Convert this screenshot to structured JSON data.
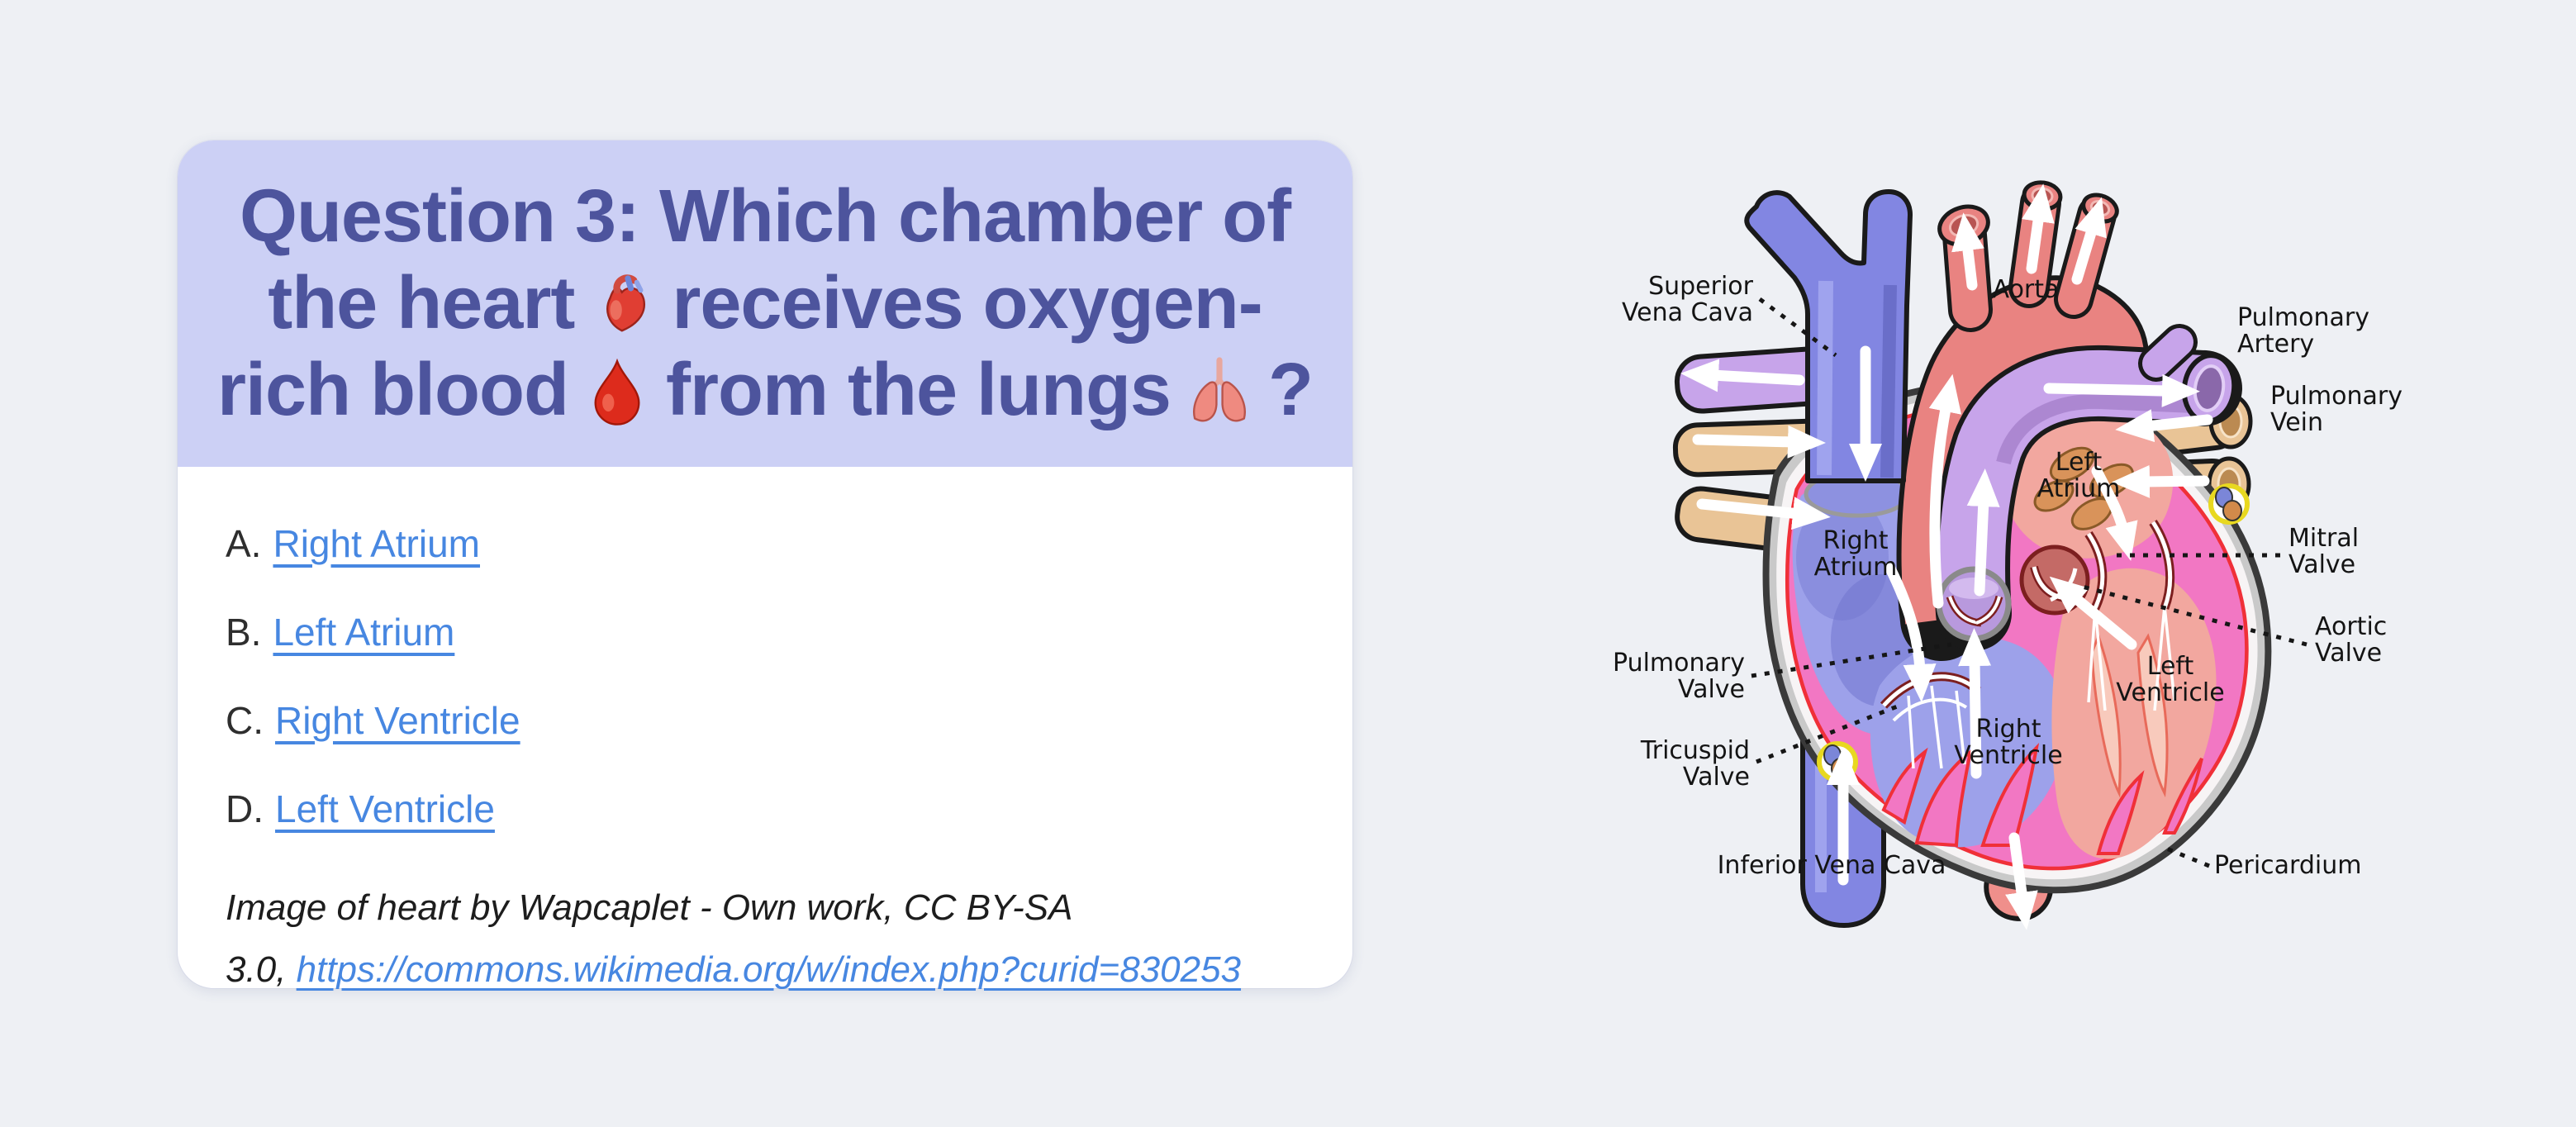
{
  "page": {
    "background_color": "#eef0f4"
  },
  "question": {
    "title": {
      "full_text": "Question 3: Which chamber of the heart 🫀 receives oxygen-rich blood 🩸 from the lungs 🫁?",
      "line1": "Question 3: Which chamber of",
      "line2_pre": "the heart",
      "line2_post": "receives oxygen-",
      "line3_pre": "rich blood",
      "line3_mid": "from the lungs",
      "line3_end": "?",
      "emojis": [
        {
          "name": "anatomical-heart",
          "char": "🫀"
        },
        {
          "name": "drop-of-blood",
          "char": "🩸"
        },
        {
          "name": "lungs",
          "char": "🫁"
        }
      ],
      "header_background": "#ccd0f5",
      "title_color": "#4d549d"
    },
    "options": [
      {
        "letter": "A.",
        "text": "Right Atrium"
      },
      {
        "letter": "B.",
        "text": "Left Atrium"
      },
      {
        "letter": "C.",
        "text": "Right Ventricle"
      },
      {
        "letter": "D.",
        "text": "Left Ventricle"
      }
    ],
    "attribution": {
      "line1": "Image of heart by Wapcaplet - Own work, CC BY-SA",
      "line2_prefix": "3.0, ",
      "link_text": "https://commons.wikimedia.org/w/index.php?curid=830253"
    },
    "link_color": "#4787e1"
  },
  "diagram": {
    "labels": {
      "superior_vena_cava": [
        "Superior",
        "Vena Cava"
      ],
      "aorta": [
        "Aorta"
      ],
      "pulmonary_artery": [
        "Pulmonary",
        "Artery"
      ],
      "pulmonary_vein": [
        "Pulmonary",
        "Vein"
      ],
      "left_atrium": [
        "Left",
        "Atrium"
      ],
      "right_atrium": [
        "Right",
        "Atrium"
      ],
      "mitral_valve": [
        "Mitral",
        "Valve"
      ],
      "aortic_valve": [
        "Aortic",
        "Valve"
      ],
      "left_ventricle": [
        "Left",
        "Ventricle"
      ],
      "right_ventricle": [
        "Right",
        "Ventricle"
      ],
      "pulmonary_valve": [
        "Pulmonary",
        "Valve"
      ],
      "tricuspid_valve": [
        "Tricuspid",
        "Valve"
      ],
      "inferior_vena_cava": [
        "Inferior Vena Cava"
      ],
      "pericardium": [
        "Pericardium"
      ]
    },
    "colors": {
      "vein_blue": "#8286e2",
      "artery_red": "#e98381",
      "pulmonary_artery_lavender": "#c7a4ea",
      "pulmonary_vein_tan": "#e9c496",
      "myocardium_pink": "#f277c3",
      "endocardium_red": "#f03038",
      "chamber_blue": "#9da1ea",
      "chamber_salmon": "#f2a79f",
      "pericardium_gray": "#c9c9c9",
      "label_color": "#141414"
    }
  }
}
